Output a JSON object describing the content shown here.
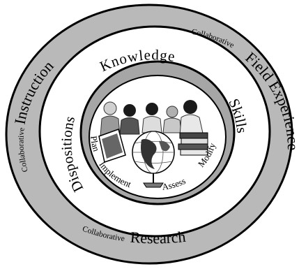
{
  "outer_ring": {
    "instruction": {
      "prefix": "Collaborative",
      "word": "Instruction"
    },
    "field": {
      "prefix": "Collaborative",
      "word": "Field Experience"
    },
    "research": {
      "prefix": "Collaborative",
      "word": "Research"
    }
  },
  "middle_ring": {
    "knowledge": "Knowledge",
    "dispositions": "Dispositions",
    "skills": "Skills"
  },
  "inner_cycle": {
    "plan": "Plan",
    "implement": "Implement",
    "assess": "Assess",
    "modify": "Modify"
  },
  "colors": {
    "outer_ring": "#b9b9b9",
    "middle_ring": "#ffffff",
    "inner_ring": "#a6a6a6",
    "center": "#ffffff",
    "stroke": "#000000"
  }
}
